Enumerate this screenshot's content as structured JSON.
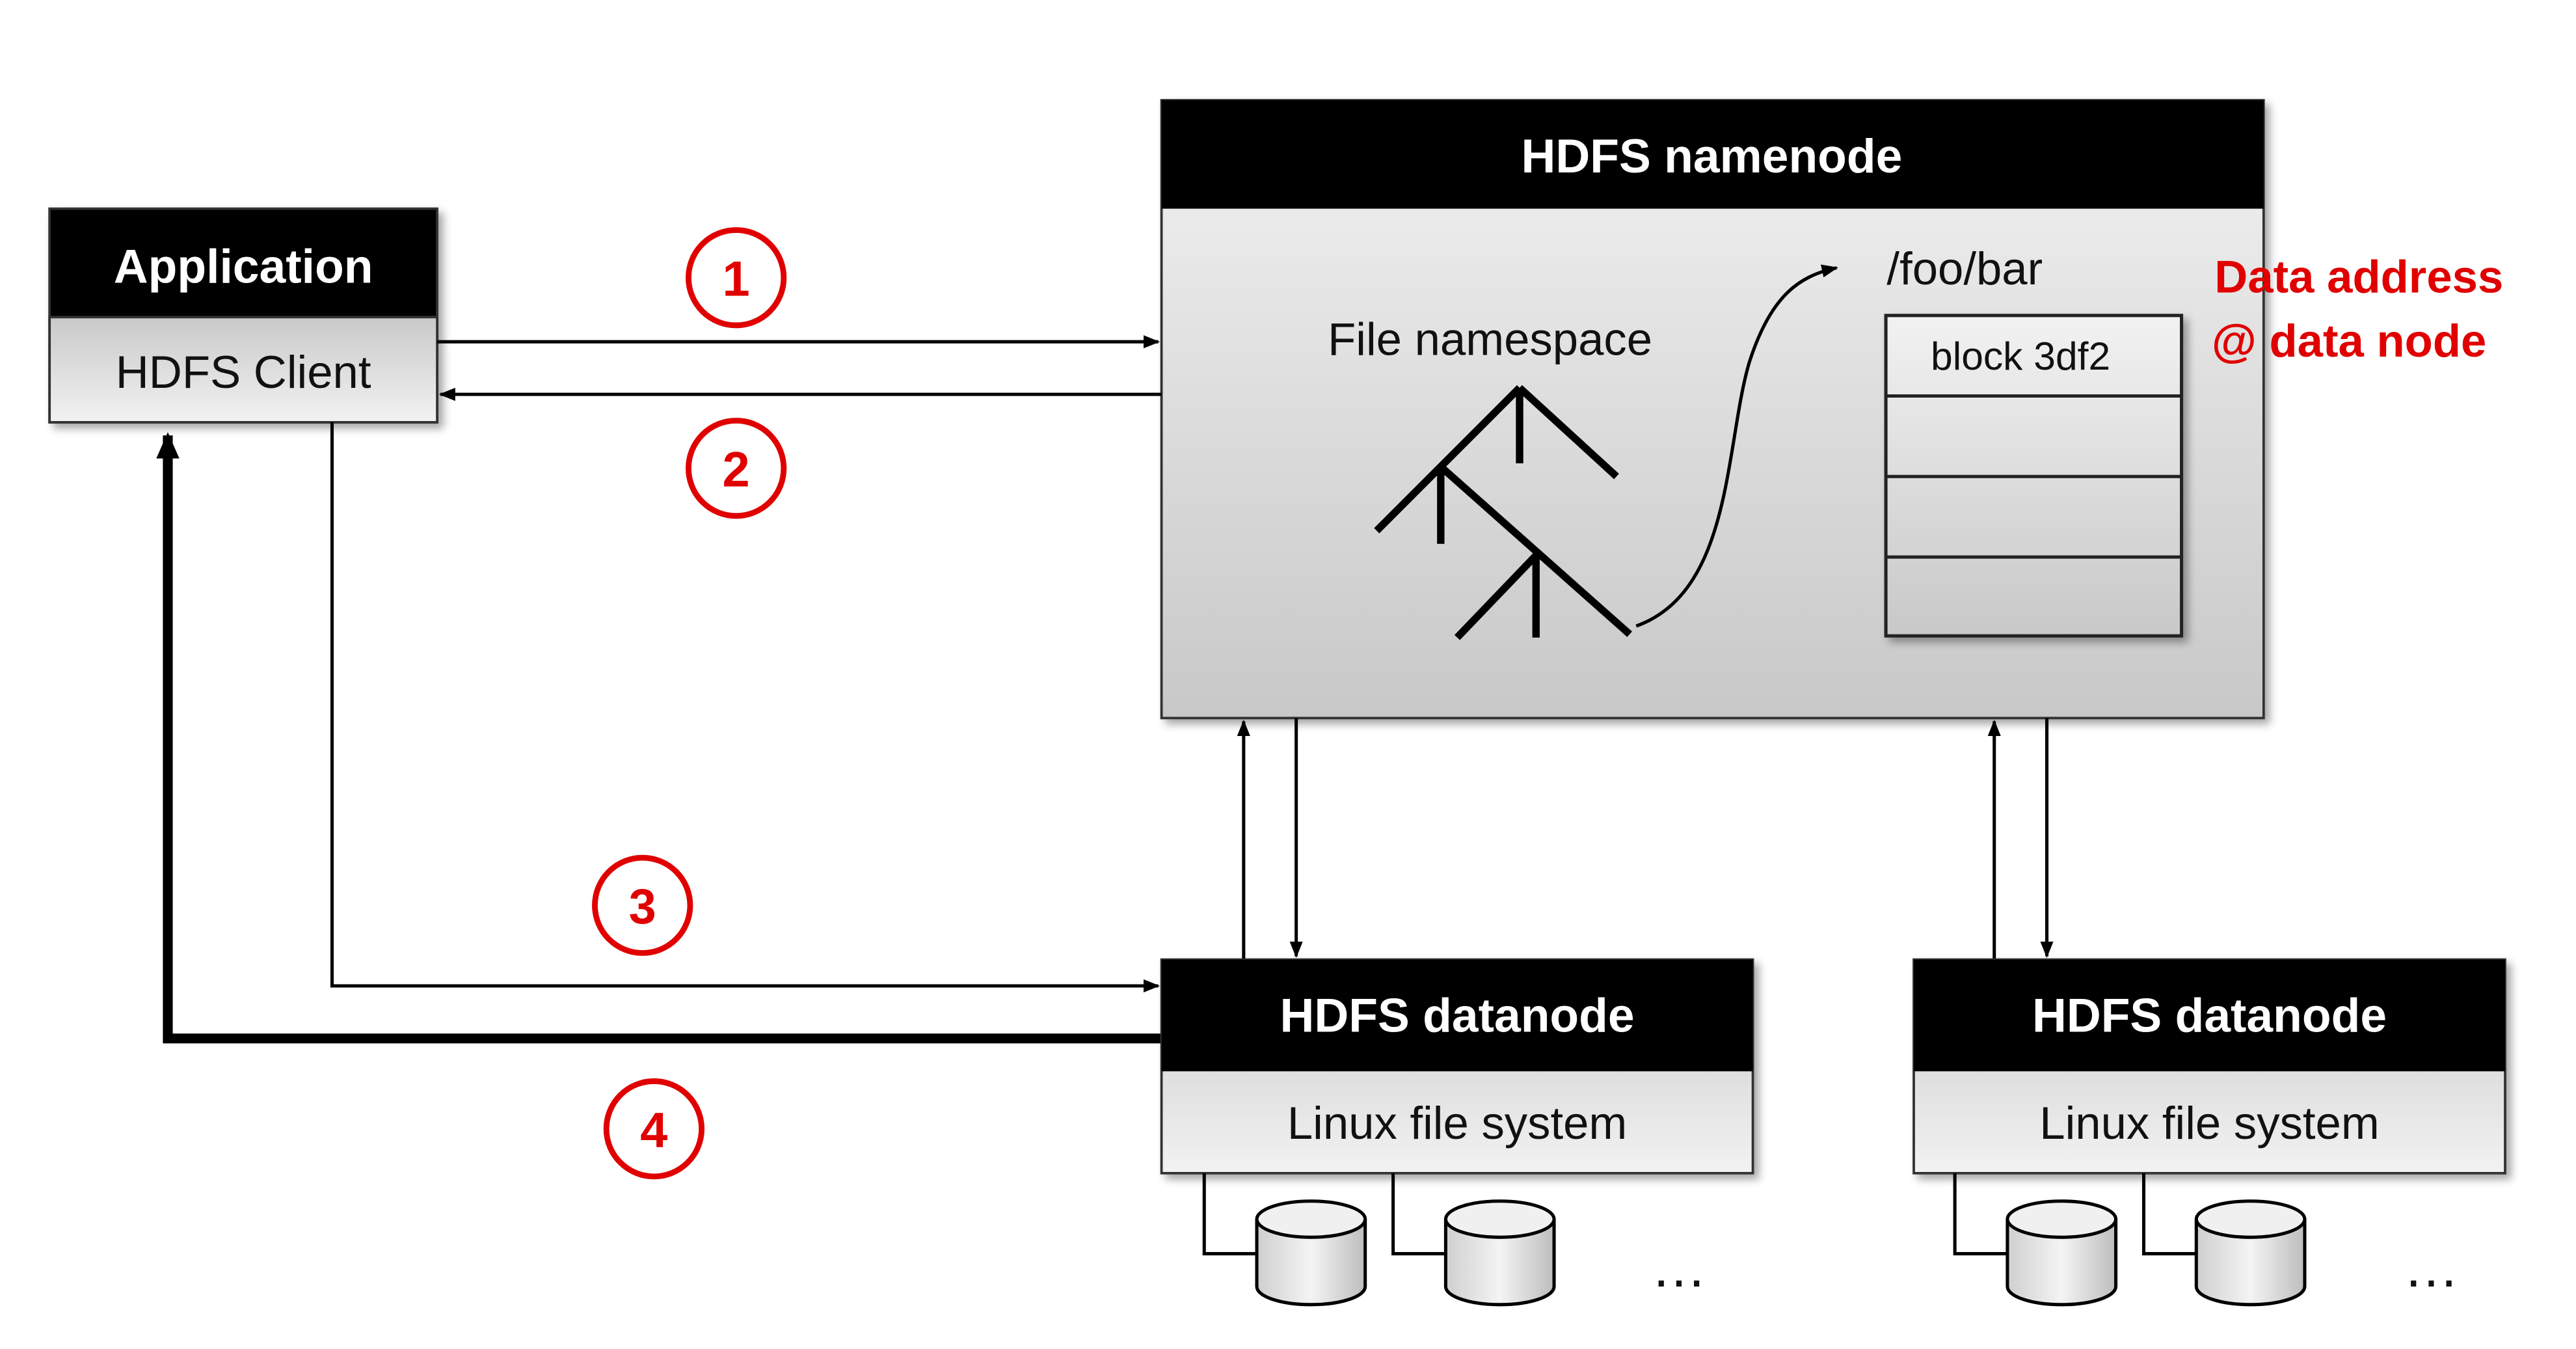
{
  "application": {
    "title": "Application",
    "client": "HDFS Client"
  },
  "namenode": {
    "title": "HDFS namenode",
    "namespace_label": "File namespace",
    "path": "/foo/bar",
    "block": "block 3df2"
  },
  "annotation": {
    "line1": "Data address",
    "line2": "@ data node"
  },
  "steps": [
    "1",
    "2",
    "3",
    "4"
  ],
  "datanodes": [
    {
      "title": "HDFS datanode",
      "fs": "Linux file system",
      "more": "…"
    },
    {
      "title": "HDFS datanode",
      "fs": "Linux file system",
      "more": "…"
    }
  ],
  "colors": {
    "accent": "#e00000",
    "box_fill": "#d8d8d8",
    "header": "#000000"
  }
}
